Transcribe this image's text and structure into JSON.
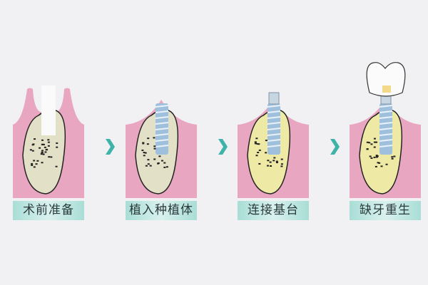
{
  "steps": [
    {
      "label": "术前准备",
      "stage": "socket"
    },
    {
      "label": "植入种植体",
      "stage": "implant"
    },
    {
      "label": "连接基台",
      "stage": "abutment"
    },
    {
      "label": "缺牙重生",
      "stage": "crown"
    }
  ],
  "colors": {
    "gum": "#e8a6c1",
    "bone_early": "#e2e0c6",
    "bone_healed": "#efe9a6",
    "implant": "#9fc0dc",
    "arrow": "#3fb3a8",
    "label_bg": "#a9ddd6"
  }
}
